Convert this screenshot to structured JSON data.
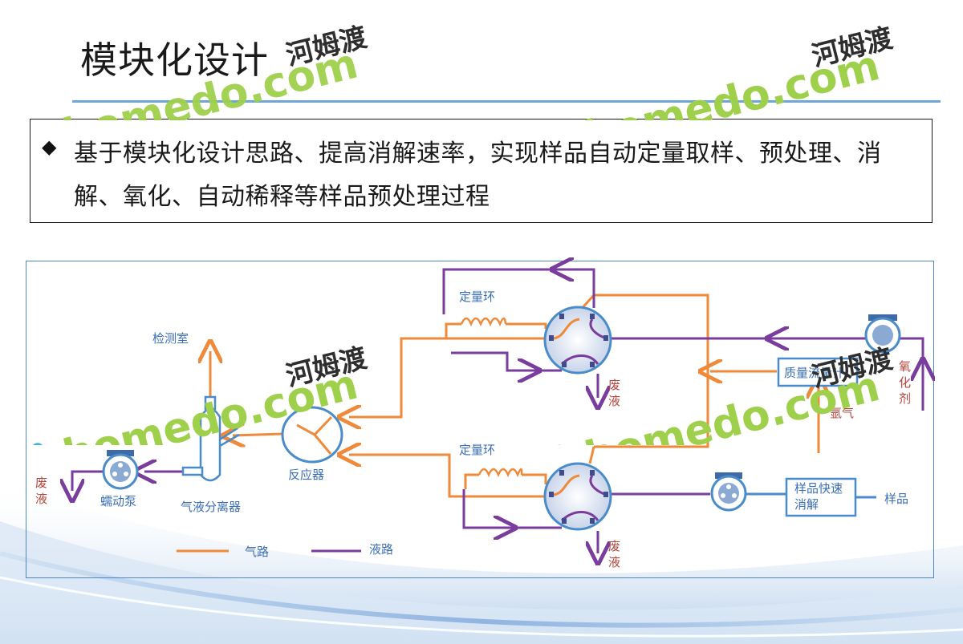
{
  "slide": {
    "title": "模块化设计",
    "bullet": "基于模块化设计思路、提高消解速率，实现样品自动定量取样、预处理、消解、氧化、自动稀释等样品预处理过程",
    "bullet_symbol": "◆"
  },
  "diagram": {
    "labels": {
      "detection_room": "检测室",
      "quant_loop_top": "定量环",
      "quant_loop_bottom": "定量环",
      "waste_top": "废\n液",
      "waste_bottom": "废\n液",
      "waste_left": "废\n液",
      "mass_flow_meter": "质量流量计",
      "argon": "氩气",
      "oxidant": "氧\n化\n剂",
      "reactor": "反应器",
      "peristaltic_pump": "蠕动泵",
      "gas_liquid_separator": "气液分离器",
      "sample_digestion": "样品快速\n消解",
      "sample": "样品",
      "legend_gas": "气路",
      "legend_liquid": "液路"
    },
    "colors": {
      "gas": "#ee8a3a",
      "liquid": "#7a3d9e",
      "label_blue": "#3a6fb5",
      "label_red": "#b5443a",
      "frame": "#4d86c4"
    }
  },
  "watermarks": [
    {
      "domain": "homedo.com",
      "brand": "河姆渡"
    },
    {
      "domain": "homedo.com",
      "brand": "河姆渡"
    },
    {
      "domain": "homedo.com",
      "brand": "河姆渡"
    },
    {
      "domain": "homedo.com",
      "brand": "河姆渡"
    }
  ]
}
